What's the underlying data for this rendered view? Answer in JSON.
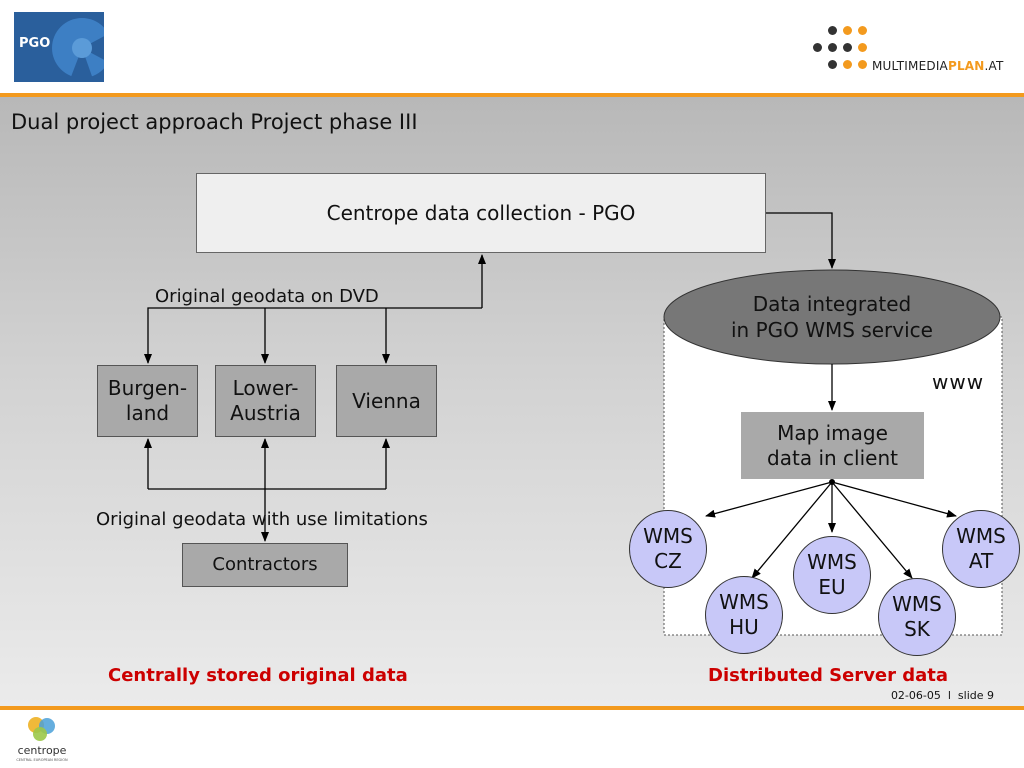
{
  "header": {
    "left_logo": {
      "text": "PGO"
    },
    "right_logo": {
      "text_main": "MULTIMEDIA",
      "text_accent": "PLAN",
      "text_suffix": ".AT"
    }
  },
  "slide": {
    "title": "Dual project approach Project phase III",
    "boxes": {
      "pgo": "Centrope data collection - PGO",
      "burgenland": "Burgen-\nland",
      "lower_austria": "Lower-\nAustria",
      "vienna": "Vienna",
      "contractors": "Contractors",
      "wms_service": "Data integrated\nin PGO WMS service",
      "map_image": "Map image\ndata in client"
    },
    "labels": {
      "dvd": "Original geodata on DVD",
      "limits": "Original geodata with use limitations",
      "www": "www",
      "central": "Centrally stored original data",
      "distributed": "Distributed Server data"
    },
    "wms_nodes": {
      "cz": "WMS\nCZ",
      "hu": "WMS\nHU",
      "eu": "WMS\nEU",
      "sk": "WMS\nSK",
      "at": "WMS\nAT"
    }
  },
  "footer": {
    "slide_number": "02-06-05  l  slide 9",
    "logo_text": "centrope",
    "logo_subtext": "CENTRAL EUROPEAN REGION"
  },
  "colors": {
    "accent": "#f39a1e",
    "header_logo_blue": "#2a5f9c",
    "wms_fill": "#c8c8f8",
    "ellipse_fill": "#777777",
    "box_gray": "#a9a9a9",
    "highlight_red": "#cc0000"
  }
}
